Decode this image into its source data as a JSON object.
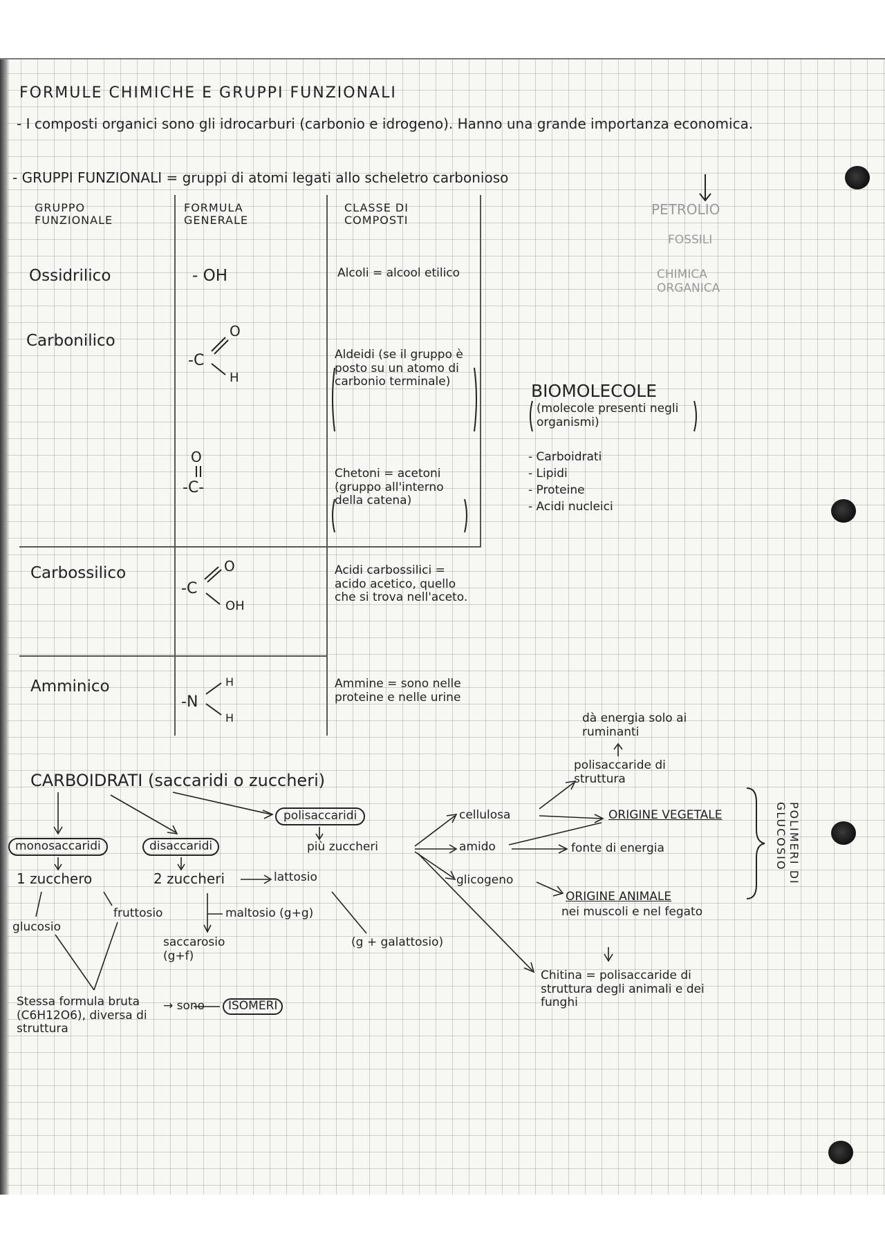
{
  "title": "FORMULE CHIMICHE E GRUPPI FUNZIONALI",
  "intro": "- I composti organici sono gli idrocarburi (carbonio e idrogeno). Hanno una grande importanza economica.",
  "gruppi_intro": "- GRUPPI FUNZIONALI = gruppi di atomi legati allo scheletro carbonioso",
  "table": {
    "headers": [
      "GRUPPO FUNZIONALE",
      "FORMULA GENERALE",
      "CLASSE DI COMPOSTI"
    ],
    "rows": [
      {
        "gruppo": "Ossidrilico",
        "formula": "- OH",
        "classe": "Alcoli = alcool etilico"
      },
      {
        "gruppo": "Carbonilico",
        "formula": "-C(=O)H",
        "classe": "Aldeidi (se il gruppo è posto su un atomo di carbonio terminale)"
      },
      {
        "gruppo": "",
        "formula": "-C(=O)-",
        "classe": "Chetoni = acetoni (gruppo all'interno della catena)"
      },
      {
        "gruppo": "Carbossilico",
        "formula": "-C(=O)OH",
        "classe": "Acidi carbossilici = acido acetico, quello che si trova nell'aceto."
      },
      {
        "gruppo": "Amminico",
        "formula": "-NH2",
        "classe": "Ammine = sono nelle proteine e nelle urine"
      }
    ]
  },
  "petrolio": [
    "PETROLIO",
    "FOSSILI",
    "CHIMICA ORGANICA"
  ],
  "biomolecole": {
    "title": "BIOMOLECOLE",
    "subtitle": "(molecole presenti negli organismi)",
    "items": [
      "- Carboidrati",
      "- Lipidi",
      "- Proteine",
      "- Acidi nucleici"
    ]
  },
  "carboidrati": {
    "title": "CARBOIDRATI (saccaridi o zuccheri)",
    "monosaccaridi": "monosaccaridi",
    "disaccaridi": "disaccaridi",
    "polisaccaridi": "polisaccaridi",
    "uno_zucchero": "1 zucchero",
    "due_zuccheri": "2 zuccheri",
    "piu_zuccheri": "più zuccheri",
    "glucosio": "glucosio",
    "fruttosio": "fruttosio",
    "lattosio": "lattosio",
    "maltosio": "maltosio (g+g)",
    "saccarosio": "saccarosio (g+f)",
    "galattosio": "(g + galattosio)",
    "stessa_formula": "Stessa formula bruta (C6H12O6), diversa di struttura",
    "isomeri_prefix": "→ sono",
    "isomeri": "ISOMERI",
    "cellulosa": "cellulosa",
    "amido": "amido",
    "glicogeno": "glicogeno",
    "energia_ruminanti": "dà energia solo ai ruminanti",
    "polisaccaride_struttura": "polisaccaride di struttura",
    "origine_vegetale": "ORIGINE VEGETALE",
    "fonte_energia": "fonte di energia",
    "origine_animale": "ORIGINE ANIMALE",
    "muscoli_fegato": "nei muscoli e nel fegato",
    "chitina": "Chitina = polisaccaride di struttura degli animali e dei funghi",
    "polimeri_glucosio": "POLIMERI DI GLUCOSIO"
  }
}
